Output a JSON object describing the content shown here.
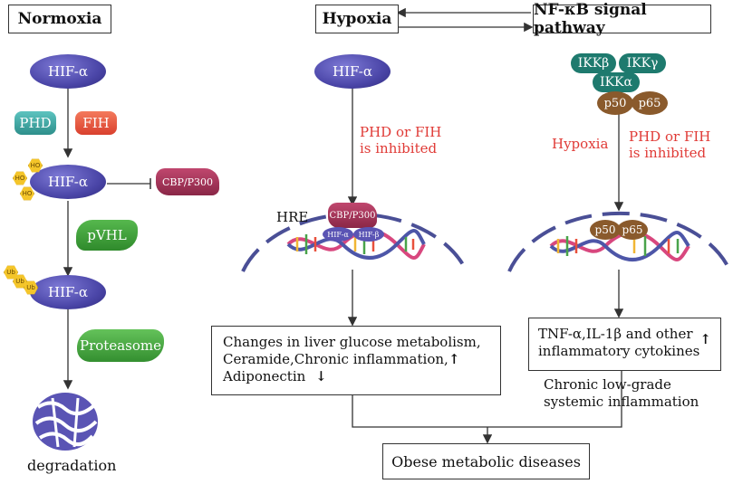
{
  "normoxia": {
    "title": "Normoxia",
    "hif1": "HIF-α",
    "phd": "PHD",
    "fih": "FIH",
    "hif2": "HIF-α",
    "ho_labels": [
      "HO",
      "HO",
      "HO"
    ],
    "cbp": "CBP/P300",
    "pvhl": "pVHL",
    "ub_labels": [
      "Ub",
      "Ub",
      "Ub"
    ],
    "hif3": "HIF-α",
    "proteasome": "Proteasome",
    "degradation": "degradation"
  },
  "hypoxia": {
    "title": "Hypoxia",
    "hif": "HIF-α",
    "inhibited_line1": "PHD or FIH",
    "inhibited_line2": "is inhibited",
    "hre": "HRE",
    "cbp": "CBP/P300",
    "hif_a": "HIF-α",
    "hif_b": "HIF-β",
    "outcome_line1": "Changes in liver glucose metabolism,",
    "outcome_line2": "Ceramide,Chronic inflammation,",
    "outcome_line3": "Adiponectin",
    "up_arrow": "↑",
    "down_arrow": "↓"
  },
  "nfkb": {
    "title": "NF-κB signal pathway",
    "ikkb": "IKKβ",
    "ikkg": "IKKγ",
    "ikka": "IKKα",
    "p50": "p50",
    "p65": "p65",
    "hypoxia_label": "Hypoxia",
    "inhibited_line1": "PHD or FIH",
    "inhibited_line2": "is inhibited",
    "dna_p50": "p50",
    "dna_p65": "p65",
    "cytokines_line1": "TNF-α,IL-1β and other",
    "cytokines_line2": "inflammatory cytokines",
    "up_arrow": "↑",
    "chronic_line1": "Chronic low-grade",
    "chronic_line2": "systemic inflammation"
  },
  "final": {
    "label": "Obese metabolic diseases"
  },
  "colors": {
    "hif": "#4b46a8",
    "phd": "#3aa7a3",
    "fih": "#e8503c",
    "cbp": "#a23355",
    "pvhl": "#3f9a3a",
    "inhibited_text": "#e03a36",
    "nucleus": "#4a4f96"
  }
}
